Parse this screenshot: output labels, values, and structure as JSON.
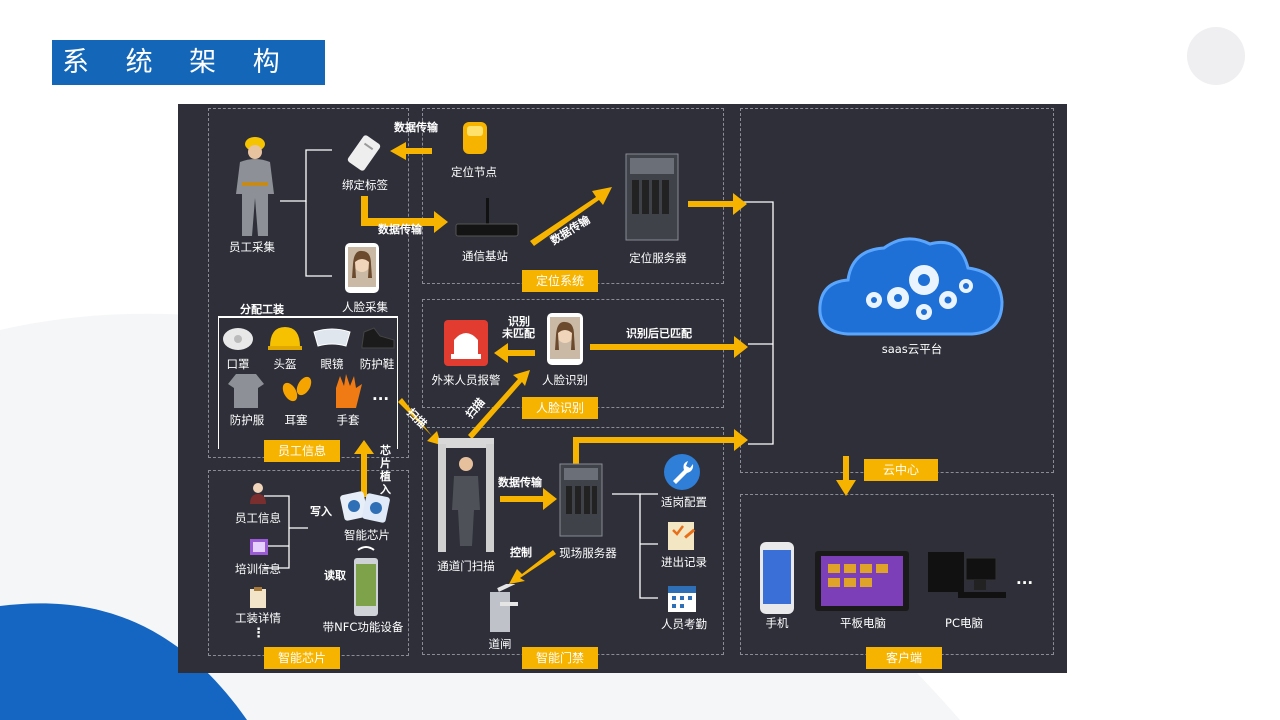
{
  "title": "系 统 架 构 图",
  "labels": {
    "worker": "员工采集",
    "tag": "绑定标签",
    "node": "定位节点",
    "base": "通信基站",
    "locserver": "定位服务器",
    "facecollect": "人脸采集",
    "assign": "分配工装",
    "mask": "口罩",
    "helmet": "头盔",
    "glasses": "眼镜",
    "shoes": "防护鞋",
    "clothes": "防护服",
    "earplug": "耳塞",
    "gloves": "手套",
    "dots": "...",
    "alarm": "外来人员报警",
    "facerec": "人脸识别",
    "empinfo": "员工信息",
    "training": "培训信息",
    "workwear": "工装详情",
    "vdots": "⋮",
    "write": "写入",
    "chip": "智能芯片",
    "read": "读取",
    "nfc": "带NFC功能设备",
    "gatescan": "通道门扫描",
    "sitesrv": "现场服务器",
    "turnstile": "道闸",
    "config": "适岗配置",
    "inout": "进出记录",
    "attendance": "人员考勤",
    "cloud": "saas云平台",
    "phone": "手机",
    "tablet": "平板电脑",
    "pc": "PC电脑",
    "devdots": "..."
  },
  "arrows": {
    "data1": "数据传输",
    "data2": "数据传输",
    "data3": "数据传输",
    "data4": "数据传输",
    "unmatched_a": "识别",
    "unmatched_b": "未匹配",
    "matched": "识别后已匹配",
    "scan1": "扫描",
    "scan2": "扫描",
    "implant": "芯片植入",
    "control": "控制"
  },
  "tags": {
    "loc": "定位系统",
    "face": "人脸识别",
    "emp": "员工信息",
    "cloudc": "云中心",
    "chip": "智能芯片",
    "gate": "智能门禁",
    "client": "客户端"
  },
  "colors": {
    "accent": "#f6b300",
    "title_bg": "#1467b8",
    "panel_bg": "#2e2f38",
    "cloud": "#1e6fd6"
  }
}
